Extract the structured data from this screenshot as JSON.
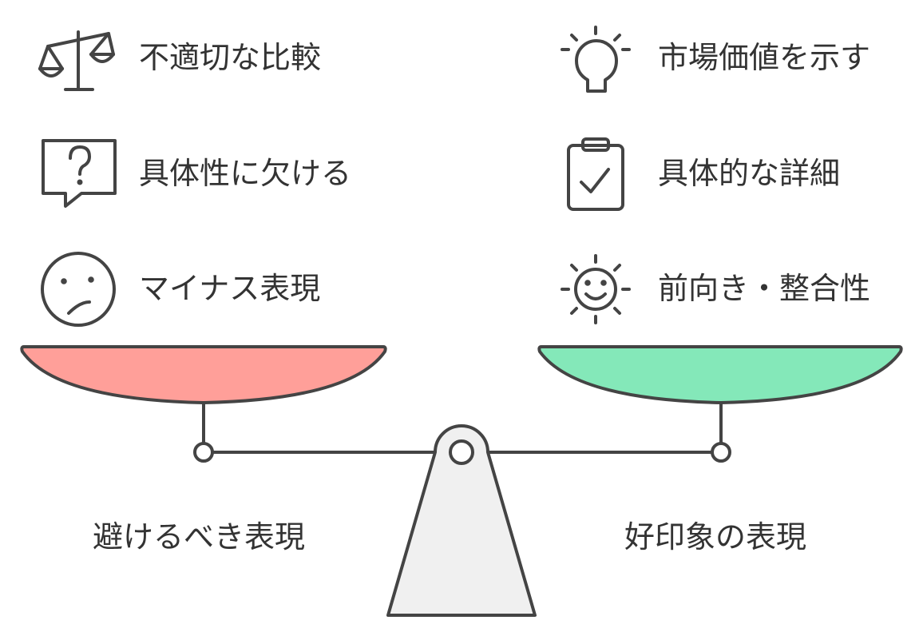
{
  "left": {
    "caption": "避けるべき表現",
    "items": [
      {
        "label": "不適切な比較",
        "icon": "balance-scale-icon"
      },
      {
        "label": "具体性に欠ける",
        "icon": "question-bubble-icon"
      },
      {
        "label": "マイナス表現",
        "icon": "frown-face-icon"
      }
    ],
    "pan_color": "#FF9F99"
  },
  "right": {
    "caption": "好印象の表現",
    "items": [
      {
        "label": "市場価値を示す",
        "icon": "lightbulb-icon"
      },
      {
        "label": "具体的な詳細",
        "icon": "clipboard-check-icon"
      },
      {
        "label": "前向き・整合性",
        "icon": "sun-smile-icon"
      }
    ],
    "pan_color": "#84E8B9"
  },
  "colors": {
    "stroke": "#444444",
    "base_fill": "#F0F0F0",
    "text": "#333333"
  }
}
